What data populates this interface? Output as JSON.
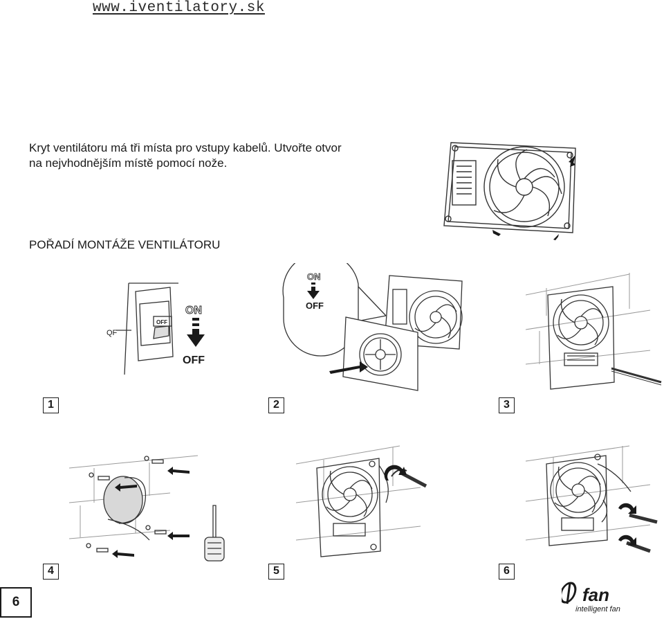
{
  "header": {
    "url": "www.iventilatory.sk"
  },
  "intro": {
    "line1": "Kryt ventilátoru má tři místa pro vstupy kabelů. Utvořte otvor",
    "line2": "na nejvhodnějším místě pomocí nože."
  },
  "section_title": "POŘADÍ MONTÁŽE VENTILÁTORU",
  "step1": {
    "breaker_label": "QF",
    "switch_text": "OFF",
    "on_label": "ON",
    "off_label": "OFF"
  },
  "step2": {
    "on_label": "ON",
    "off_label": "OFF"
  },
  "steps": [
    {
      "number": "1"
    },
    {
      "number": "2"
    },
    {
      "number": "3"
    },
    {
      "number": "4"
    },
    {
      "number": "5"
    },
    {
      "number": "6"
    }
  ],
  "footer": {
    "page_number": "6",
    "logo_word": "fan",
    "logo_tagline": "intelligent fan"
  }
}
